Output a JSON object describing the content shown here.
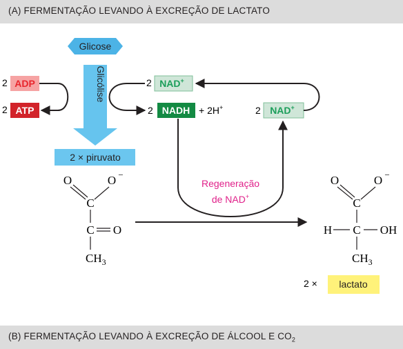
{
  "section_a": {
    "title": "(A)  FERMENTAÇÃO LEVANDO À EXCREÇÃO DE LACTATO"
  },
  "section_b": {
    "title": "(B)  FERMENTAÇÃO LEVANDO À EXCREÇÃO DE ÁLCOOL E CO",
    "title_sub": "2"
  },
  "glucose": {
    "label": "Glicose"
  },
  "glycolysis": {
    "label": "Glicólise"
  },
  "pyruvate_box": {
    "label": "2 × piruvato"
  },
  "adp": {
    "coef": "2",
    "label": "ADP"
  },
  "atp": {
    "coef": "2",
    "label": "ATP"
  },
  "nad_top": {
    "coef": "2",
    "label": "NAD",
    "sup": "+"
  },
  "nadh": {
    "coef": "2",
    "label": "NADH",
    "extra": "+ 2H",
    "extra_sup": "+"
  },
  "nad_right": {
    "coef": "2",
    "label": "NAD",
    "sup": "+"
  },
  "regeneration": {
    "line1": "Regeneração",
    "line2": "de NAD",
    "line2_sup": "+"
  },
  "pyruvate_struct": {
    "O1": "O",
    "O2": "O",
    "minus": "−",
    "C1": "C",
    "C2": "C",
    "O3": "O",
    "CH": "CH",
    "sub": "3"
  },
  "lactate_struct": {
    "O1": "O",
    "O2": "O",
    "minus": "−",
    "C1": "C",
    "H": "H",
    "C2": "C",
    "OH": "OH",
    "CH": "CH",
    "sub": "3"
  },
  "lactate_box": {
    "coef": "2 ×",
    "label": "lactato"
  },
  "colors": {
    "adp_fill": "#f6a3a3",
    "adp_text": "#e8262d",
    "atp_fill": "#d2232a",
    "nad_fill": "#cfe6d8",
    "nad_text": "#1b9e5a",
    "nad_border": "#7fbf98",
    "nadh_fill": "#138a43",
    "glucose": "#4cb3e6",
    "glycolysis_arrow": "#66c4ee",
    "pyruvate_box": "#6bc6ef",
    "lactate_box": "#fff27a",
    "regeneration_text": "#e0218a"
  }
}
